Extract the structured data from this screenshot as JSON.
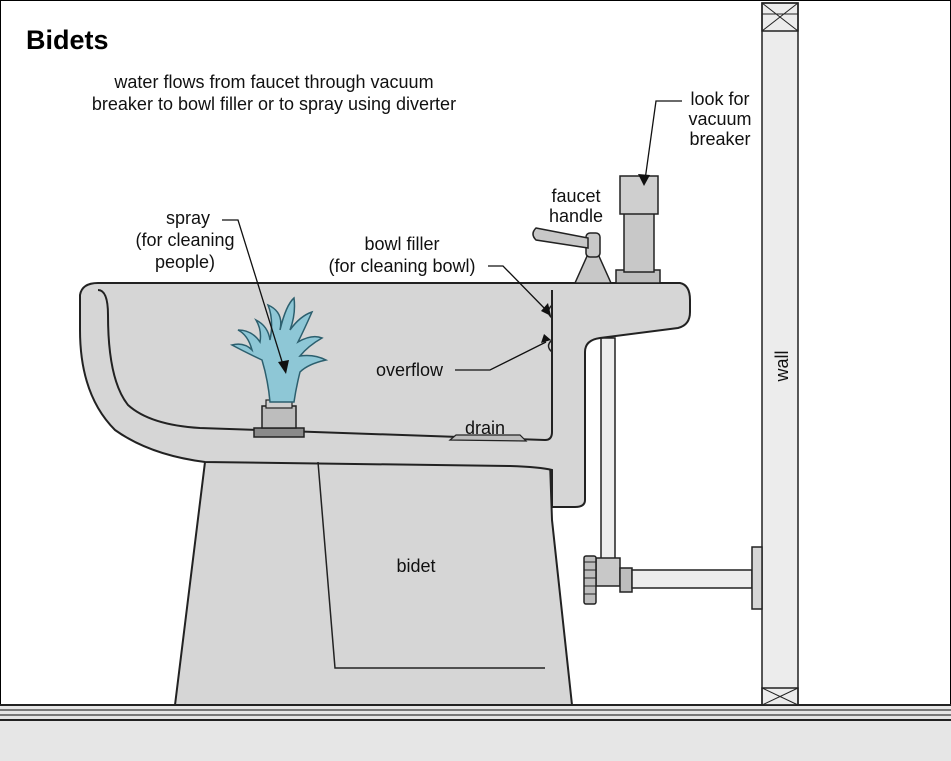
{
  "title": "Bidets",
  "subtitle": {
    "line1": "water flows from faucet through vacuum",
    "line2": "breaker to bowl filler or to spray using diverter"
  },
  "labels": {
    "spray": [
      "spray",
      "(for cleaning",
      "people)"
    ],
    "bowl_filler": [
      "bowl filler",
      "(for cleaning bowl)"
    ],
    "overflow": "overflow",
    "drain": "drain",
    "bidet": "bidet",
    "faucet_handle": [
      "faucet",
      "handle"
    ],
    "vacuum_breaker": [
      "look for",
      "vacuum",
      "breaker"
    ],
    "wall": "wall"
  },
  "colors": {
    "fixture": "#d6d6d6",
    "fixture_outline": "#222222",
    "water": "#8ec7d6",
    "metal": "#b9b9b9",
    "floor": "#e6e6e6",
    "wall_fill": "#ececec"
  }
}
